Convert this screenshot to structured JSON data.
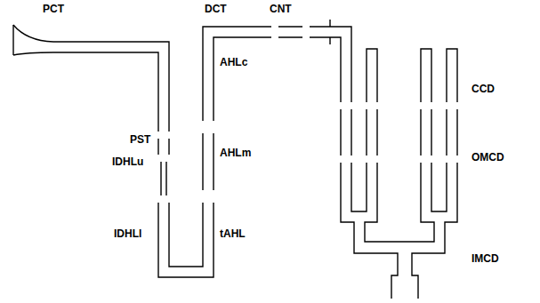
{
  "diagram": {
    "labels": [
      "PCT",
      "DCT",
      "CNT",
      "AHLc",
      "PST",
      "AHLm",
      "IDHLu",
      "IDHLl",
      "tAHL",
      "CCD",
      "OMCD",
      "IMCD"
    ]
  }
}
